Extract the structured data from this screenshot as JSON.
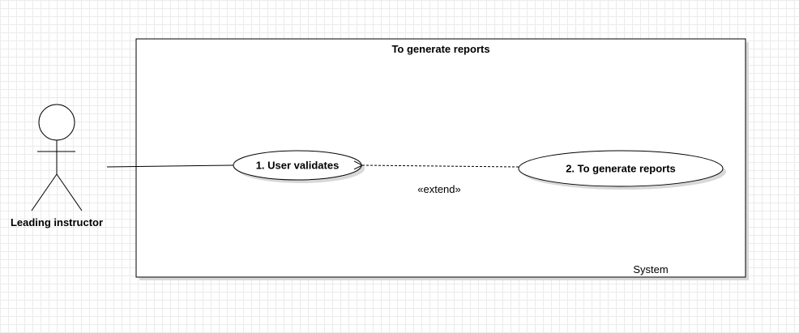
{
  "system": {
    "title": "To generate reports",
    "label": "System"
  },
  "actor": {
    "name": "Leading instructor"
  },
  "use_cases": [
    {
      "label": "1. User validates"
    },
    {
      "label": "2. To generate reports"
    }
  ],
  "relationship": {
    "stereotype": "«extend»"
  },
  "colors": {
    "line": "#000000",
    "shadow": "#d4d4d4",
    "fill": "#ffffff",
    "stereotype_text": "#333333"
  }
}
